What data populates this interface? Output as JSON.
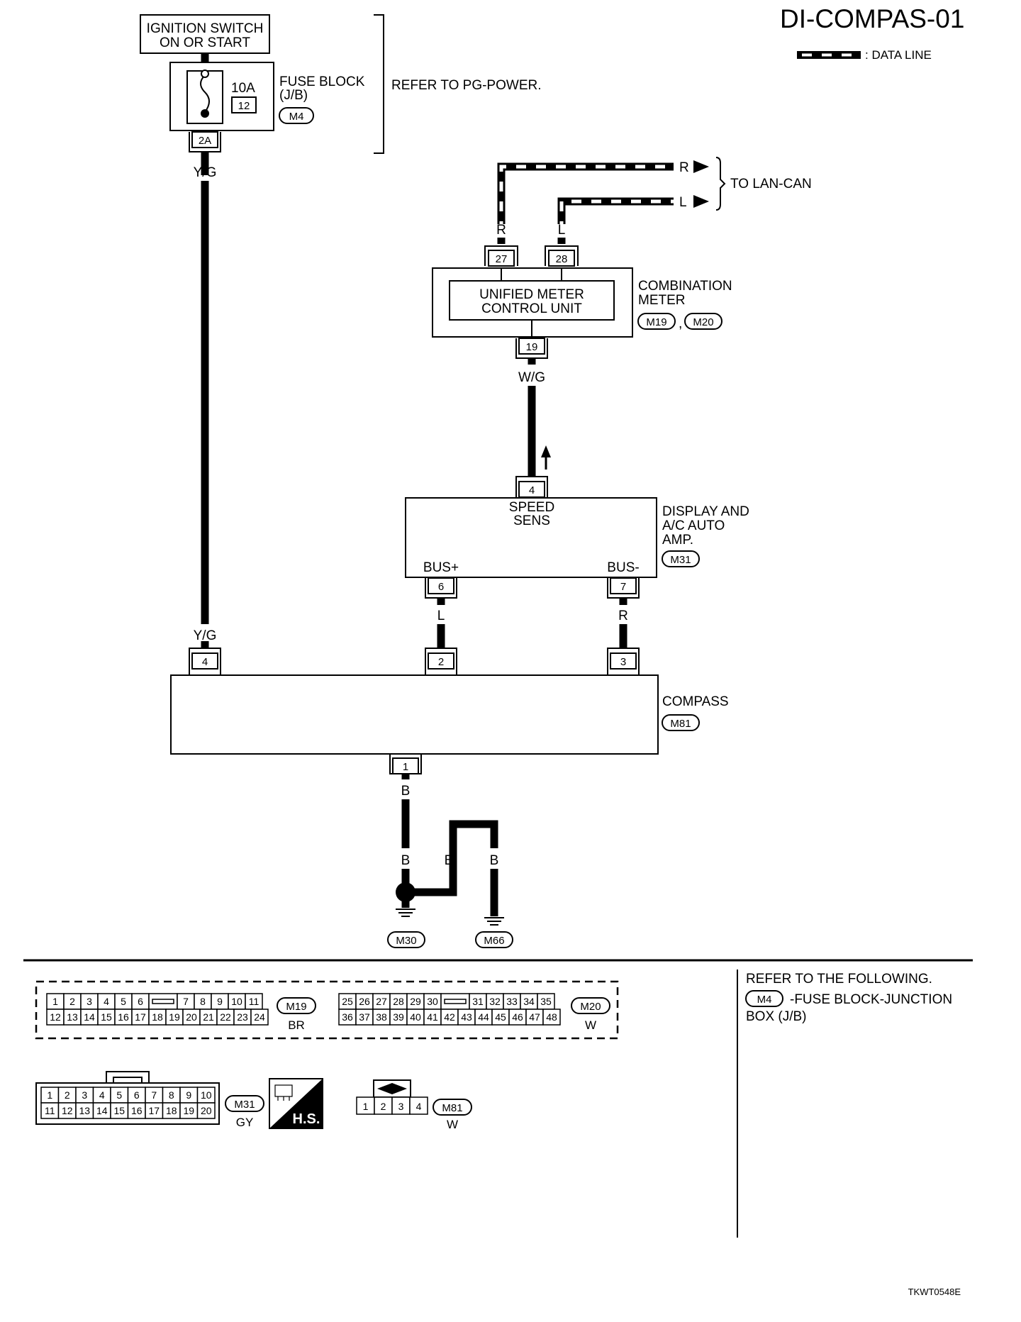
{
  "page": {
    "title": "DI-COMPAS-01",
    "figure_code": "TKWT0548E",
    "legend": {
      "label": ": DATA LINE"
    }
  },
  "components": {
    "ignition_switch": {
      "line1": "IGNITION SWITCH",
      "line2": "ON OR START"
    },
    "fuse_block": {
      "label1": "FUSE BLOCK",
      "label2": "(J/B)",
      "connector": "M4",
      "fuse_amp": "10A",
      "fuse_num": "12",
      "terminal": "2A",
      "note": "REFER TO PG-POWER."
    },
    "combination_meter": {
      "label1": "COMBINATION",
      "label2": "METER",
      "inner1": "UNIFIED METER",
      "inner2": "CONTROL UNIT",
      "connector1": "M19",
      "sep": ",",
      "connector2": "M20",
      "pin_r": "27",
      "pin_l": "28",
      "pin_out": "19"
    },
    "lan_can": {
      "label": "TO LAN-CAN",
      "r": "R",
      "l": "L"
    },
    "display_amp": {
      "label1": "DISPLAY AND",
      "label2": "A/C AUTO",
      "label3": "AMP.",
      "connector": "M31",
      "speed1": "SPEED",
      "speed2": "SENS",
      "bus_plus": "BUS+",
      "bus_minus": "BUS-",
      "pin_speed": "4",
      "pin_bus_plus": "6",
      "pin_bus_minus": "7"
    },
    "compass": {
      "label": "COMPASS",
      "connector": "M81",
      "pin_power": "4",
      "pin_l": "2",
      "pin_r": "3",
      "pin_ground": "1"
    },
    "grounds": {
      "g1": "M30",
      "g2": "M66"
    }
  },
  "wires": {
    "yg_top": "Y/G",
    "yg_bottom": "Y/G",
    "r_lan": "R",
    "l_lan": "L",
    "wg": "W/G",
    "l_bus": "L",
    "r_bus": "R",
    "b1": "B",
    "b2": "B",
    "b3": "B",
    "b4": "B"
  },
  "connectors": {
    "m19": {
      "id": "M19",
      "color": "BR",
      "row1": [
        "1",
        "2",
        "3",
        "4",
        "5",
        "6",
        "",
        "7",
        "8",
        "9",
        "10",
        "11"
      ],
      "row2": [
        "12",
        "13",
        "14",
        "15",
        "16",
        "17",
        "18",
        "19",
        "20",
        "21",
        "22",
        "23",
        "24"
      ]
    },
    "m20": {
      "id": "M20",
      "color": "W",
      "row1": [
        "25",
        "26",
        "27",
        "28",
        "29",
        "30",
        "",
        "31",
        "32",
        "33",
        "34",
        "35"
      ],
      "row2": [
        "36",
        "37",
        "38",
        "39",
        "40",
        "41",
        "42",
        "43",
        "44",
        "45",
        "46",
        "47",
        "48"
      ]
    },
    "m31": {
      "id": "M31",
      "color": "GY",
      "row1": [
        "1",
        "2",
        "3",
        "4",
        "5",
        "6",
        "7",
        "8",
        "9",
        "10"
      ],
      "row2": [
        "11",
        "12",
        "13",
        "14",
        "15",
        "16",
        "17",
        "18",
        "19",
        "20"
      ]
    },
    "m81": {
      "id": "M81",
      "color": "W",
      "row1": [
        "1",
        "2",
        "3",
        "4"
      ]
    },
    "hs": {
      "label": "H.S."
    }
  },
  "refer": {
    "heading": "REFER TO THE FOLLOWING.",
    "connector": "M4",
    "line1": "-FUSE BLOCK-JUNCTION",
    "line2": "BOX (J/B)"
  }
}
